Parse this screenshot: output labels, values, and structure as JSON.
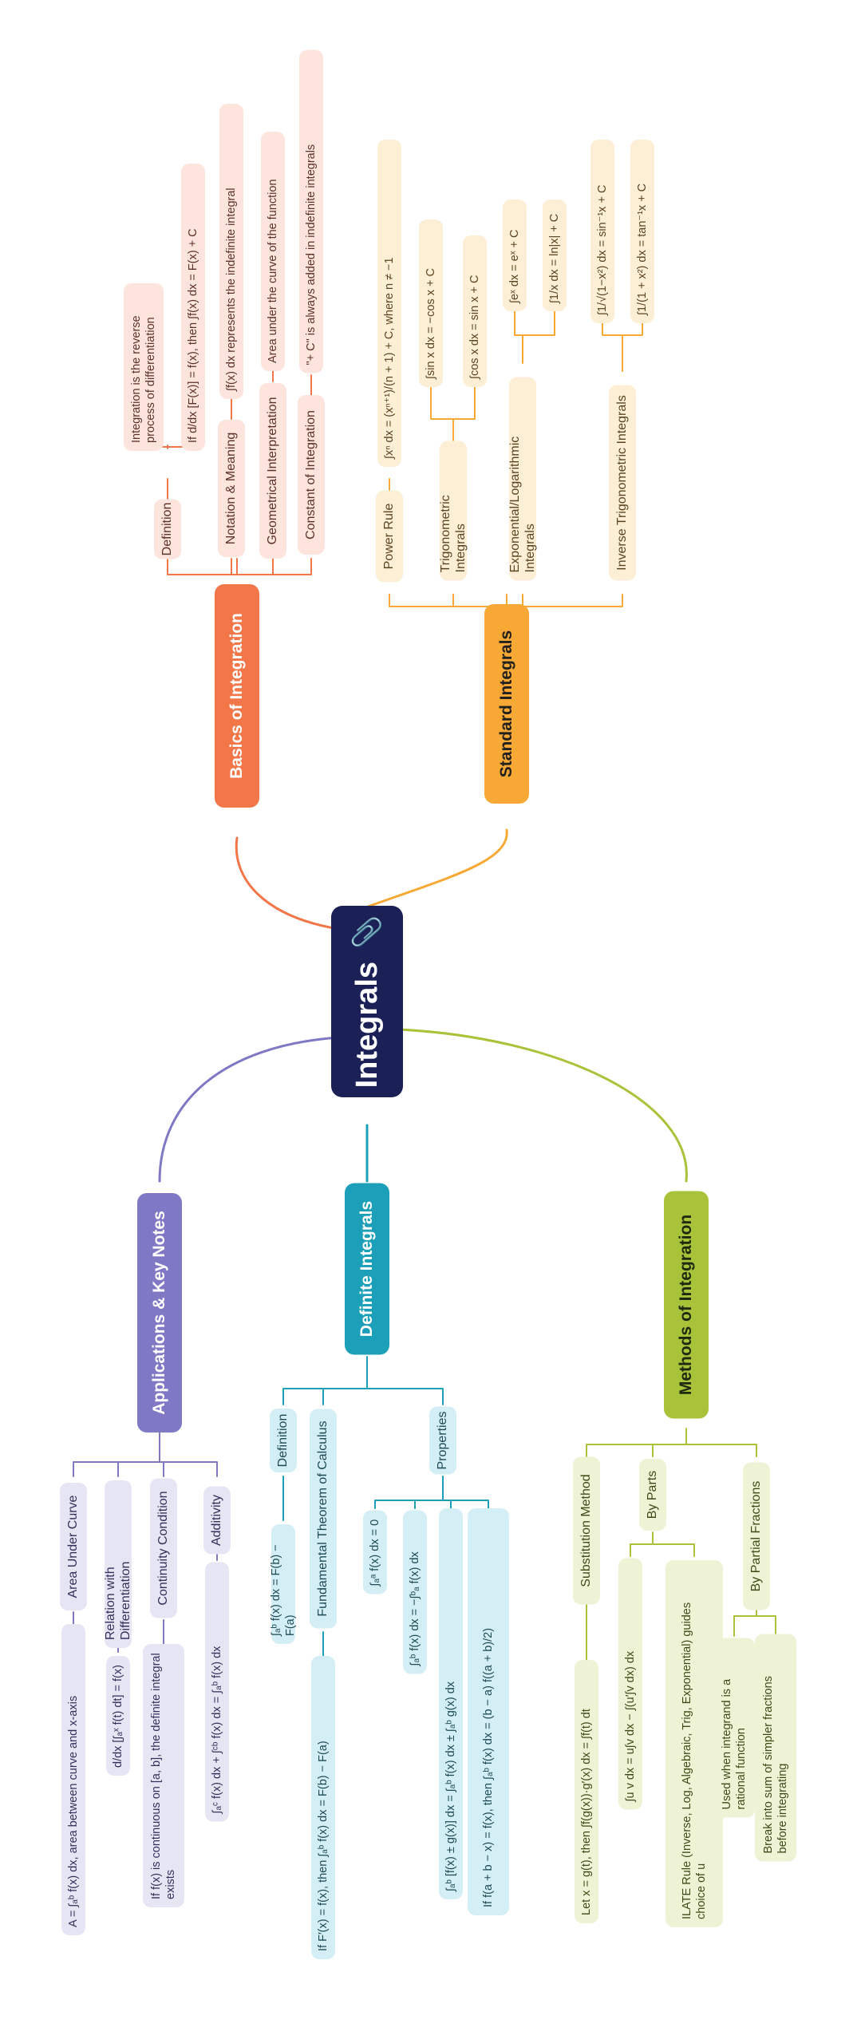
{
  "central": {
    "title": "Integrals",
    "icon": "paperclip-icon"
  },
  "colors": {
    "central": "#1b2157",
    "basics": "#f27648",
    "standard": "#f7a835",
    "apps": "#7f79c5",
    "defint": "#1c9fb8",
    "methods": "#a8c33a"
  },
  "branches": {
    "basics": {
      "title": "Basics of Integration",
      "definition": {
        "label": "Definition",
        "items": [
          "Integration is the reverse process of differentiation",
          "If d/dx [F(x)] = f(x), then ∫f(x) dx = F(x) + C"
        ]
      },
      "notation": {
        "label": "Notation & Meaning",
        "item": "∫f(x) dx represents the indefinite integral"
      },
      "geometric": {
        "label": "Geometrical Interpretation",
        "item": "Area under the curve of the function"
      },
      "constant": {
        "label": "Constant of Integration",
        "item": "\"+ C\" is always added in indefinite integrals"
      }
    },
    "standard": {
      "title": "Standard Integrals",
      "power": {
        "label": "Power Rule",
        "item": "∫xⁿ dx = (xⁿ⁺¹)/(n + 1) + C, where n ≠ −1"
      },
      "trig": {
        "label": "Trigonometric Integrals",
        "items": [
          "∫sin x dx = −cos x + C",
          "∫cos x dx = sin x + C"
        ]
      },
      "explog": {
        "label": "Exponential/Logarithmic Integrals",
        "items": [
          "∫eˣ dx = eˣ + C",
          "∫1/x dx = ln|x| + C"
        ]
      },
      "invtrig": {
        "label": "Inverse Trigonometric Integrals",
        "items": [
          "∫1/√(1−x²) dx = sin⁻¹x + C",
          "∫1/(1 + x²) dx = tan⁻¹x + C"
        ]
      }
    },
    "apps": {
      "title": "Applications & Key Notes",
      "area": {
        "label": "Area Under Curve",
        "item": "A = ∫ₐᵇ f(x) dx, area between curve and x-axis"
      },
      "relation": {
        "label": "Relation with Differentiation",
        "item": "d/dx [∫ₐˣ f(t) dt] = f(x)"
      },
      "continuity": {
        "label": "Continuity Condition",
        "item": "If f(x) is continuous on [a, b], the definite integral exists"
      },
      "additivity": {
        "label": "Additivity",
        "item": "∫ₐᶜ f(x) dx + ∫ᶜᵇ f(x) dx = ∫ₐᵇ f(x) dx"
      }
    },
    "defint": {
      "title": "Definite Integrals",
      "definition": {
        "label": "Definition",
        "item": "∫ₐᵇ f(x) dx = F(b) − F(a)"
      },
      "ftc": {
        "label": "Fundamental Theorem of Calculus",
        "item": "If F′(x) = f(x), then ∫ₐᵇ f(x) dx = F(b) − F(a)"
      },
      "properties": {
        "label": "Properties",
        "items": [
          "∫ₐᵃ f(x) dx = 0",
          "∫ₐᵇ f(x) dx = −∫ᵇₐ f(x) dx",
          "∫ₐᵇ [f(x) ± g(x)] dx = ∫ₐᵇ f(x) dx ± ∫ₐᵇ g(x) dx",
          "If f(a + b − x) = f(x), then ∫ₐᵇ f(x) dx = (b − a) f((a + b)/2)"
        ]
      }
    },
    "methods": {
      "title": "Methods of Integration",
      "substitution": {
        "label": "Substitution Method",
        "item": "Let x = g(t), then ∫f(g(x))·g′(x) dx = ∫f(t) dt"
      },
      "parts": {
        "label": "By Parts",
        "items": [
          "∫u v dx = u∫v dx − ∫(u′∫v dx) dx",
          "ILATE Rule (Inverse, Log, Algebraic, Trig, Exponential) guides choice of u"
        ]
      },
      "partial": {
        "label": "By Partial Fractions",
        "items": [
          "Used when integrand is a rational function",
          "Break into sum of simpler fractions before integrating"
        ]
      }
    }
  }
}
